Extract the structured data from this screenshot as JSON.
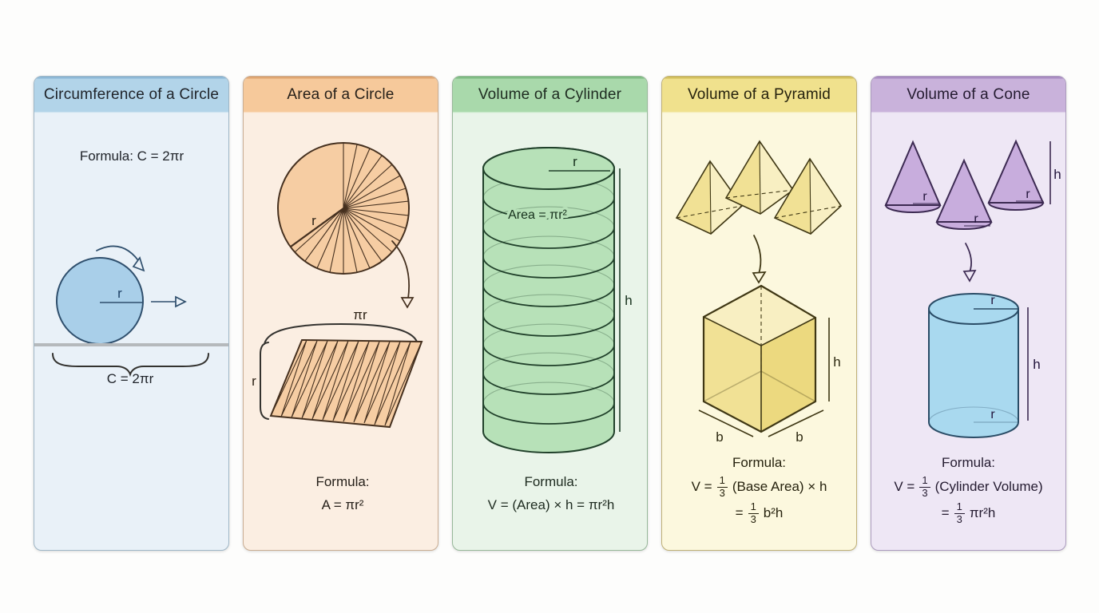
{
  "page": {
    "background": "#fdfdfc"
  },
  "panels": [
    {
      "id": "circumference-circle",
      "title": "Circumference of a Circle",
      "colors": {
        "header_bg": "#b2d4e9",
        "header_edge": "#8db8d6",
        "body_bg": "#e9f1f8",
        "border": "#9fb6c6",
        "shape_fill": "#a9cfe9",
        "shape_stroke": "#2f4f6d",
        "label": "#1d4065",
        "text": "#20242a"
      },
      "labels": {
        "formula_top": "Formula: C = 2πr",
        "radius": "r",
        "circumference": "C = 2πr"
      }
    },
    {
      "id": "area-circle",
      "title": "Area of a Circle",
      "colors": {
        "header_bg": "#f6c99b",
        "header_edge": "#dfa571",
        "body_bg": "#fbeee2",
        "border": "#c9ad93",
        "shape_fill": "#f6cda3",
        "shape_stroke": "#45301f",
        "label": "#2c2115",
        "text": "#26201a"
      },
      "labels": {
        "radius": "r",
        "arc_length": "πr",
        "side": "r",
        "formula_title": "Formula:",
        "formula": "A = πr²"
      }
    },
    {
      "id": "volume-cylinder",
      "title": "Volume of a Cylinder",
      "colors": {
        "header_bg": "#a9d9ab",
        "header_edge": "#7fbc83",
        "body_bg": "#e9f4e9",
        "border": "#97b899",
        "shape_fill": "#b7e1b8",
        "shape_stroke": "#20402a",
        "label": "#16301c",
        "text": "#1e2b20"
      },
      "labels": {
        "radius": "r",
        "disk_area": "Area = πr²",
        "height": "h",
        "formula_title": "Formula:",
        "formula": "V = (Area) × h = πr²h"
      }
    },
    {
      "id": "volume-pyramid",
      "title": "Volume of a Pyramid",
      "colors": {
        "header_bg": "#f0e18d",
        "header_edge": "#d2bf5d",
        "body_bg": "#fcf8de",
        "border": "#bfb076",
        "shape_fill": "#f1e195",
        "shape_fill_light": "#f8efc2",
        "shape_fill_dark": "#ecd97f",
        "shape_stroke": "#3f3714",
        "label": "#2c2810",
        "text": "#26220e"
      },
      "labels": {
        "height": "h",
        "base_left": "b",
        "base_right": "b",
        "formula_title": "Formula:",
        "f2_pre": "V =",
        "frac_num": "1",
        "frac_den": "3",
        "f2_post": "(Base Area) × h",
        "f3_pre": "=",
        "f3_post": "b²h"
      }
    },
    {
      "id": "volume-cone",
      "title": "Volume of a Cone",
      "colors": {
        "header_bg": "#c9b2db",
        "header_edge": "#a98cc2",
        "body_bg": "#eee7f5",
        "border": "#ab9bbd",
        "shape_fill": "#c8addd",
        "shape_stroke": "#3c2a52",
        "shape_fill2": "#a9d9ef",
        "shape_stroke2": "#2a4c66",
        "label": "#21133a",
        "text": "#241b30"
      },
      "labels": {
        "r1": "r",
        "r2": "r",
        "r3": "r",
        "cone_height": "h",
        "cyl_r_top": "r",
        "cyl_r_bottom": "r",
        "cyl_height": "h",
        "formula_title": "Formula:",
        "f2_pre": "V =",
        "frac_num": "1",
        "frac_den": "3",
        "f2_post": "(Cylinder Volume)",
        "f3_pre": "=",
        "f3_post": "πr²h"
      }
    }
  ]
}
